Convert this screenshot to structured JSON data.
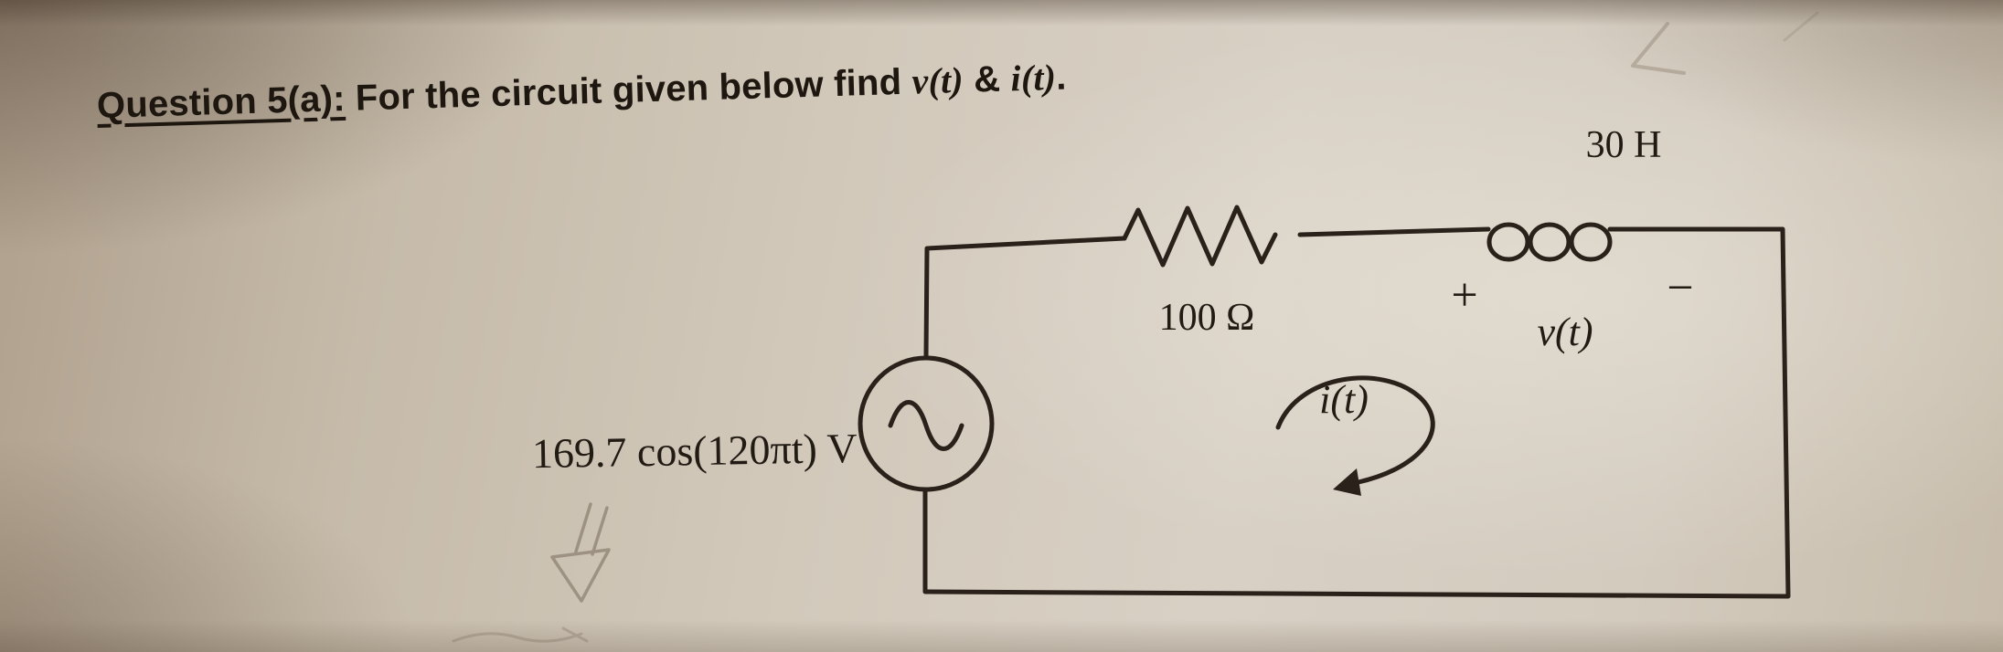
{
  "question": {
    "label": "Question 5(a):",
    "text": " For the circuit given below find ",
    "v": "v(t)",
    "amp": " & ",
    "i": "i(t)",
    "period": "."
  },
  "circuit": {
    "source_value": "169.7 cos(120πt) V",
    "resistor_value": "100 Ω",
    "inductor_value": "30 H",
    "voltage_plus": "+",
    "voltage_minus": "−",
    "voltage_name": "v(t)",
    "current_name": "i(t)"
  },
  "colors": {
    "ink": "#29211a",
    "pencil": "#6f6151",
    "paper": "#d2c9bb"
  }
}
